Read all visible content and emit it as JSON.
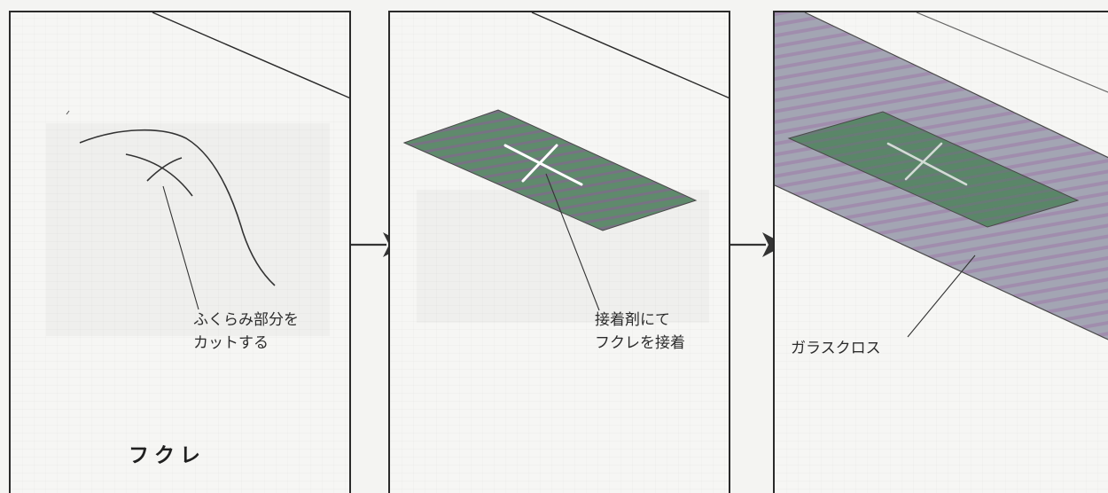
{
  "steps": [
    {
      "id": "step-1",
      "title": "フクレ",
      "label_line_1": "ふくらみ部分を",
      "label_line_2": "カットする"
    },
    {
      "id": "step-2",
      "label_line_1": "接着剤にて",
      "label_line_2": "フクレを接着"
    },
    {
      "id": "step-3",
      "label_line_1": "ガラスクロス"
    }
  ],
  "colors": {
    "border": "#2a2a2a",
    "patch_fill": "#5f8a6c",
    "patch_tint": "#8c5e96",
    "cloth_fill": "#9c9cae",
    "cross_line": "#ffffff",
    "arrow": "#333333"
  },
  "icons": {
    "arrow": "right-arrow-icon",
    "cut": "cross-cut-icon"
  }
}
